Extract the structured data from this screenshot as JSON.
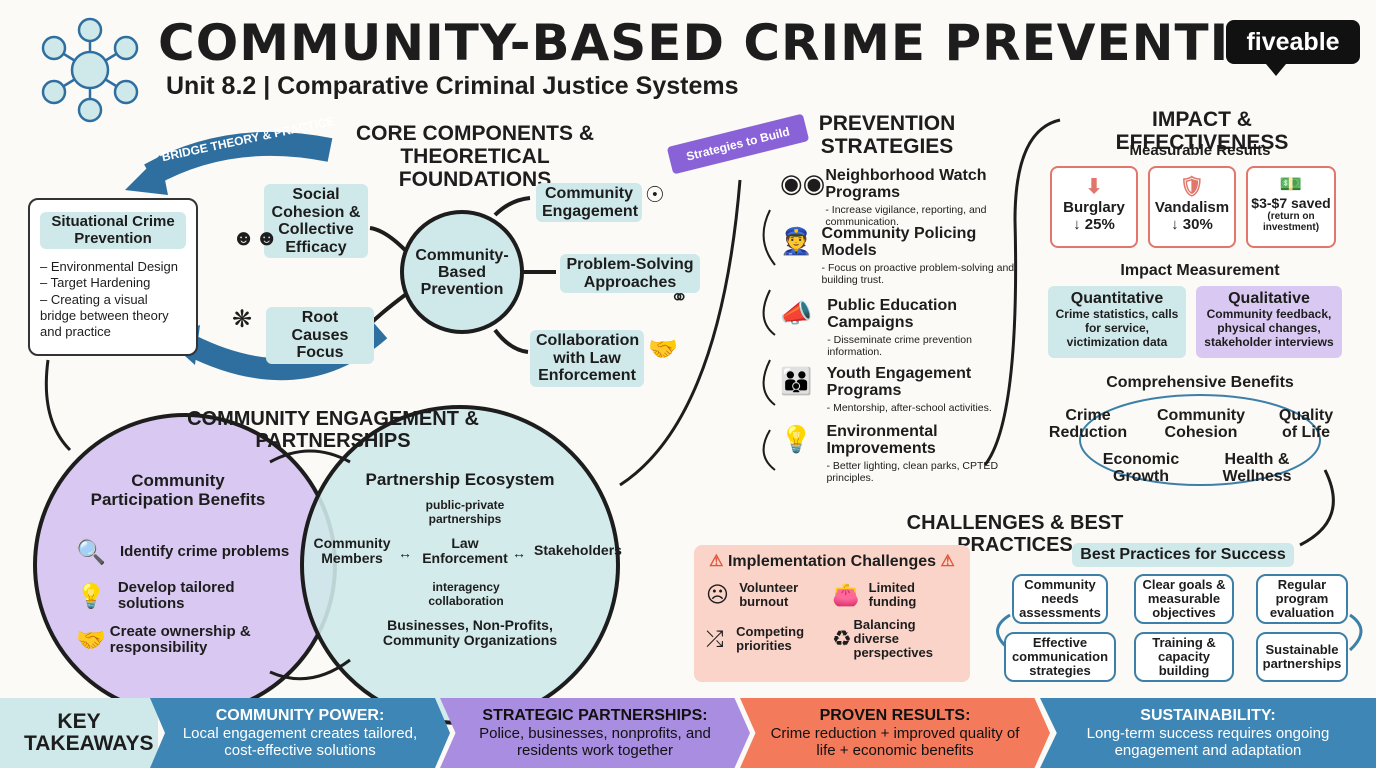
{
  "header": {
    "title": "COMMUNITY-BASED CRIME PREVENTION",
    "subtitle": "Unit 8.2 | Comparative Criminal Justice Systems",
    "brand": "fiveable"
  },
  "core": {
    "heading": "CORE COMPONENTS & THEORETICAL FOUNDATIONS",
    "arc_label": "BRIDGE THEORY & PRACTICE",
    "center": "Community-Based Prevention",
    "nodes": [
      "Social Cohesion & Collective Efficacy",
      "Root Causes Focus",
      "Community Engagement",
      "Problem-Solving Approaches",
      "Collaboration with Law Enforcement"
    ],
    "situational": {
      "title": "Situational Crime Prevention",
      "items": [
        "– Environmental Design",
        "– Target Hardening",
        "– Creating a visual bridge between theory and practice"
      ]
    }
  },
  "strategies_banner": "Strategies to Build",
  "strategies": {
    "heading": "PREVENTION STRATEGIES",
    "items": [
      {
        "title": "Neighborhood Watch Programs",
        "desc": "- Increase vigilance, reporting, and communication."
      },
      {
        "title": "Community Policing Models",
        "desc": "- Focus on proactive problem-solving and building trust."
      },
      {
        "title": "Public Education Campaigns",
        "desc": "- Disseminate crime prevention information."
      },
      {
        "title": "Youth Engagement Programs",
        "desc": "- Mentorship, after-school activities."
      },
      {
        "title": "Environmental Improvements",
        "desc": "- Better lighting, clean parks, CPTED principles."
      }
    ]
  },
  "engagement": {
    "heading": "COMMUNITY ENGAGEMENT & PARTNERSHIPS",
    "benefits_title": "Community Participation Benefits",
    "benefits": [
      "Identify crime problems",
      "Develop tailored solutions",
      "Create ownership & responsibility"
    ],
    "ecosystem_title": "Partnership Ecosystem",
    "eco_top": "public-private partnerships",
    "eco_left": "Community Members",
    "eco_mid": "Law Enforcement",
    "eco_right": "Stakeholders",
    "eco_low": "interagency collaboration",
    "eco_bottom": "Businesses, Non-Profits, Community Organizations"
  },
  "impact": {
    "heading": "IMPACT & EFFECTIVENESS",
    "measurable": "Measurable Results",
    "stats": [
      {
        "label": "Burglary",
        "value": "↓ 25%"
      },
      {
        "label": "Vandalism",
        "value": "↓ 30%"
      },
      {
        "label": "$3-$7 saved",
        "value": "(return on investment)"
      }
    ],
    "measurement": "Impact Measurement",
    "quant_title": "Quantitative",
    "quant_desc": "Crime statistics, calls for service, victimization data",
    "qual_title": "Qualitative",
    "qual_desc": "Community feedback, physical changes, stakeholder interviews",
    "benefits_title": "Comprehensive Benefits",
    "benefits": [
      "Crime Reduction",
      "Community Cohesion",
      "Quality of Life",
      "Economic Growth",
      "Health & Wellness"
    ]
  },
  "challenges": {
    "heading": "CHALLENGES & BEST PRACTICES",
    "impl_title": "Implementation Challenges",
    "items": [
      "Volunteer burnout",
      "Limited funding",
      "Competing priorities",
      "Balancing diverse perspectives"
    ],
    "bp_title": "Best Practices for Success",
    "bp": [
      "Community needs assessments",
      "Clear goals & measurable objectives",
      "Regular program evaluation",
      "Effective communication strategies",
      "Training & capacity building",
      "Sustainable partnerships"
    ]
  },
  "takeaways": {
    "label": "KEY TAKEAWAYS",
    "items": [
      {
        "h": "COMMUNITY POWER:",
        "b": "Local engagement creates tailored, cost-effective solutions"
      },
      {
        "h": "STRATEGIC PARTNERSHIPS:",
        "b": "Police, businesses, nonprofits, and residents work together"
      },
      {
        "h": "PROVEN RESULTS:",
        "b": "Crime reduction + improved quality of life + economic benefits"
      },
      {
        "h": "SUSTAINABILITY:",
        "b": "Long-term success requires ongoing engagement and adaptation"
      }
    ]
  },
  "colors": {
    "teal": "#cfe9ea",
    "purple": "#d9c9f2",
    "coral": "#fbd4c9",
    "blue": "#2f6fa0",
    "bar1": "#3d86b5",
    "bar2": "#a98de0",
    "bar3": "#f47a5c",
    "bar4": "#3d86b5"
  }
}
